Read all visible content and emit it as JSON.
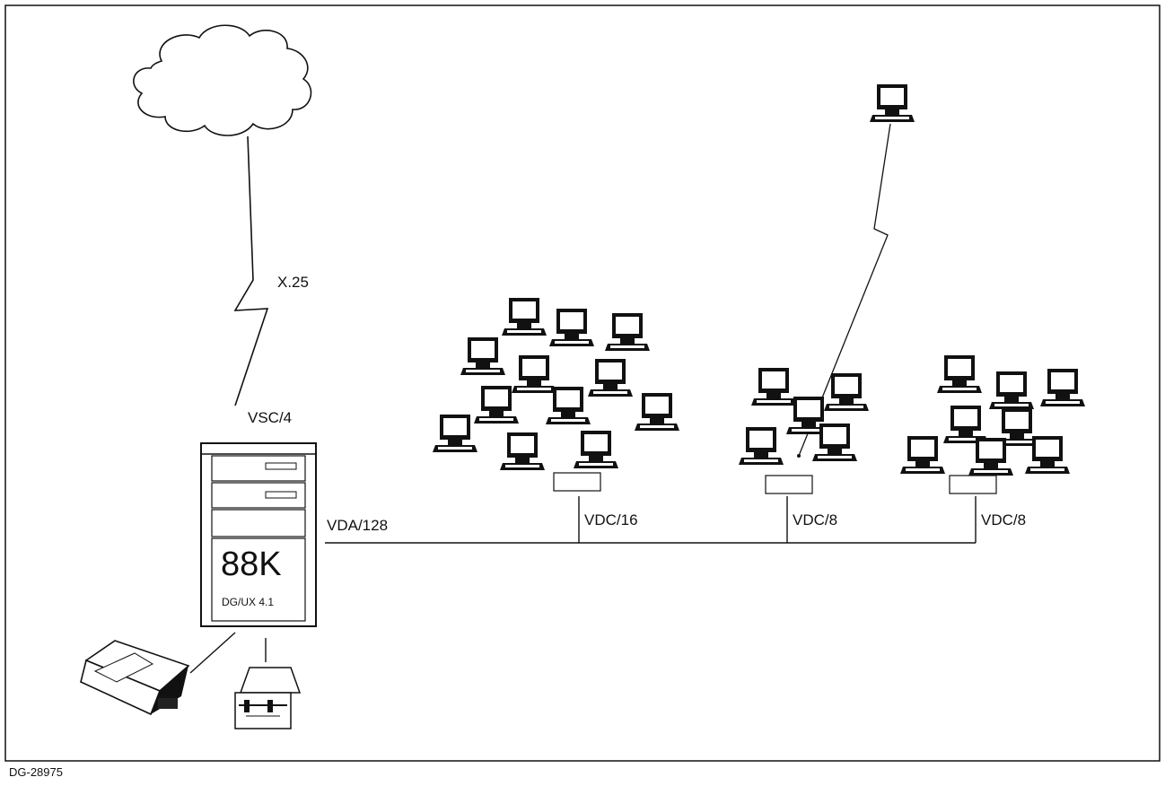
{
  "labels": {
    "wan_link": "X.25",
    "sync_controller": "VSC/4",
    "async_adapter": "VDA/128",
    "cluster_a_controller": "VDC/16",
    "cluster_b_controller": "VDC/8",
    "cluster_c_controller": "VDC/8",
    "server_model": "88K",
    "server_os": "DG/UX 4.1",
    "figure_code": "DG-28975"
  },
  "colors": {
    "ink": "#111111",
    "paper": "#ffffff"
  }
}
